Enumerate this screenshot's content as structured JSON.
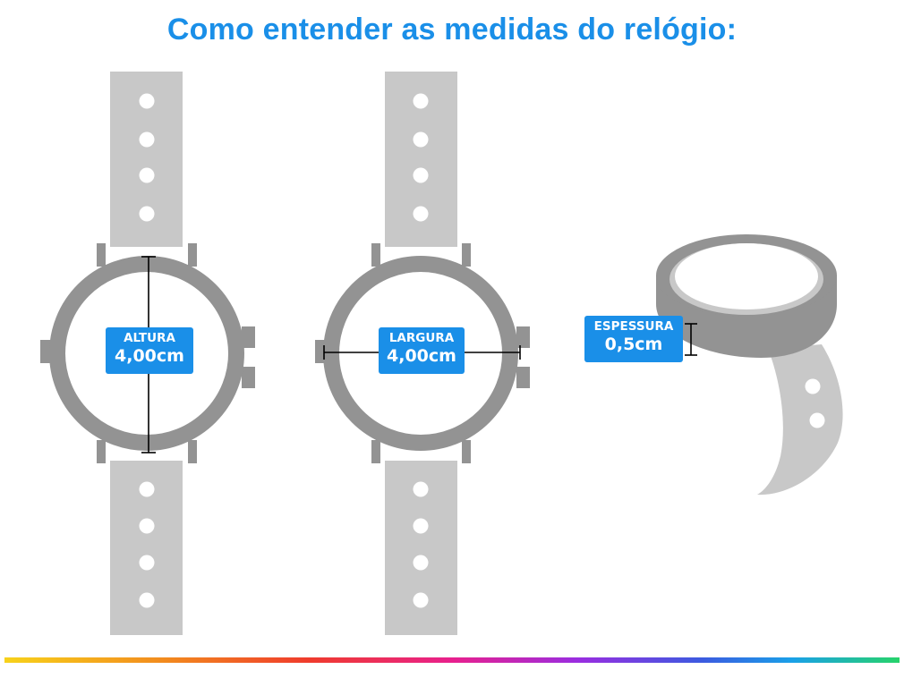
{
  "title": "Como entender as medidas do relógio:",
  "watches": [
    {
      "name": "front",
      "label_title": "ALTURA",
      "label_value": "4,00cm"
    },
    {
      "name": "side",
      "label_title": "LARGURA",
      "label_value": "4,00cm"
    },
    {
      "name": "perspective",
      "label_title": "ESPESSURA",
      "label_value": "0,5cm"
    }
  ],
  "colors": {
    "title": "#1a8fe8",
    "label_bg": "#1a8fe8",
    "watch_case": "#939393",
    "strap": "#c8c8c8",
    "dimension_line": "#000000"
  }
}
